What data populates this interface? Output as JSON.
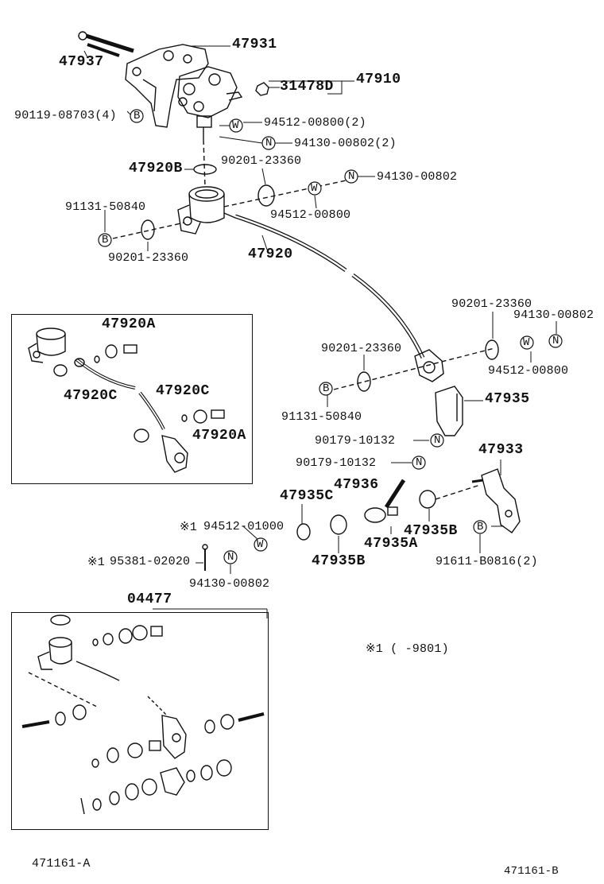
{
  "labels": {
    "p47931": "47931",
    "p47937": "47937",
    "p47910": "47910",
    "p31478D": "31478D",
    "p90119": "90119-08703(4)",
    "p94512_00800_2": "94512-00800(2)",
    "p94130_00802_2": "94130-00802(2)",
    "p47920B": "47920B",
    "p90201_top": "90201-23360",
    "p94130_00802_a": "94130-00802",
    "p94512_00800_a": "94512-00800",
    "p91131_a": "91131-50840",
    "p90201_b": "90201-23360",
    "p47920": "47920",
    "p47920A_a": "47920A",
    "p47920C_a": "47920C",
    "p47920C_b": "47920C",
    "p47920A_b": "47920A",
    "p90201_c": "90201-23360",
    "p94130_00802_b": "94130-00802",
    "p90201_d": "90201-23360",
    "p94512_00800_b": "94512-00800",
    "p47935": "47935",
    "p91131_b": "91131-50840",
    "p90179_a": "90179-10132",
    "p90179_b": "90179-10132",
    "p47933": "47933",
    "p47936": "47936",
    "p47935C": "47935C",
    "p94512_01000": "94512-01000",
    "p47935A": "47935A",
    "p47935B_a": "47935B",
    "p95381": "95381-02020",
    "p47935B_b": "47935B",
    "p91611": "91611-B0816(2)",
    "p94130_00802_c": "94130-00802",
    "p04477": "04477",
    "note": "※1 (    -9801)",
    "mark1": "※1",
    "mark2": "※1",
    "footer_left": "471161-A",
    "footer_right": "471161-B"
  },
  "symbols": {
    "B": "B",
    "W": "W",
    "N": "N"
  }
}
